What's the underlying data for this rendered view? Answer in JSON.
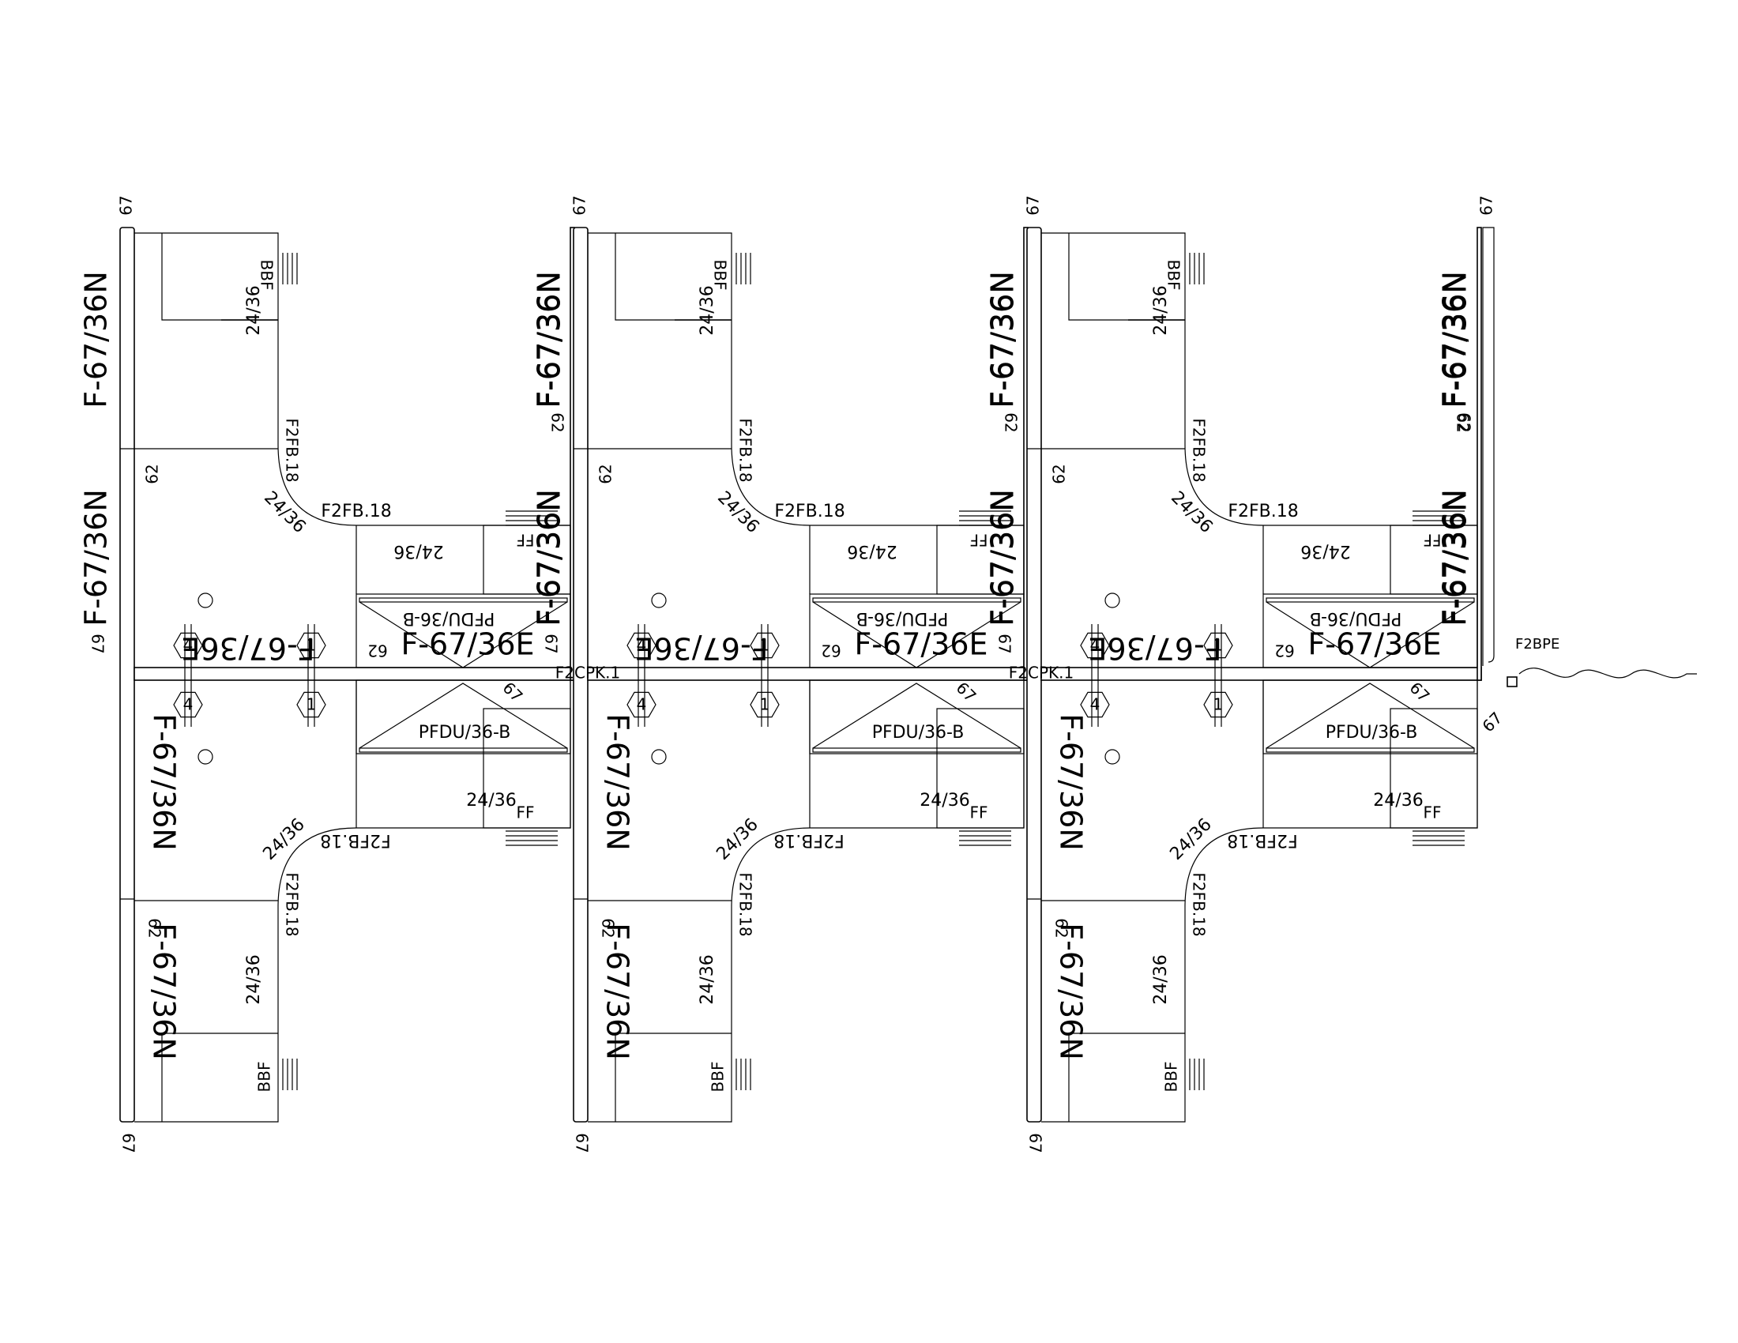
{
  "labels": {
    "panel_n": "F-67/36N",
    "panel_e": "F-67/36E",
    "height_67": "67",
    "height_62": "62",
    "shelf": "24/36",
    "bbf": "BBF",
    "ff": "FF",
    "flipper": "PFDU/36-B",
    "corner_top": "F2FB.18",
    "corner_side": "F2FB.18",
    "corner_bot": "F2FB.18",
    "connector": "F2CPK.1",
    "power_feed": "F2BPE",
    "circuit_4": "4",
    "circuit_1": "1"
  },
  "colors": {
    "line": "#000000",
    "background": "#ffffff"
  }
}
